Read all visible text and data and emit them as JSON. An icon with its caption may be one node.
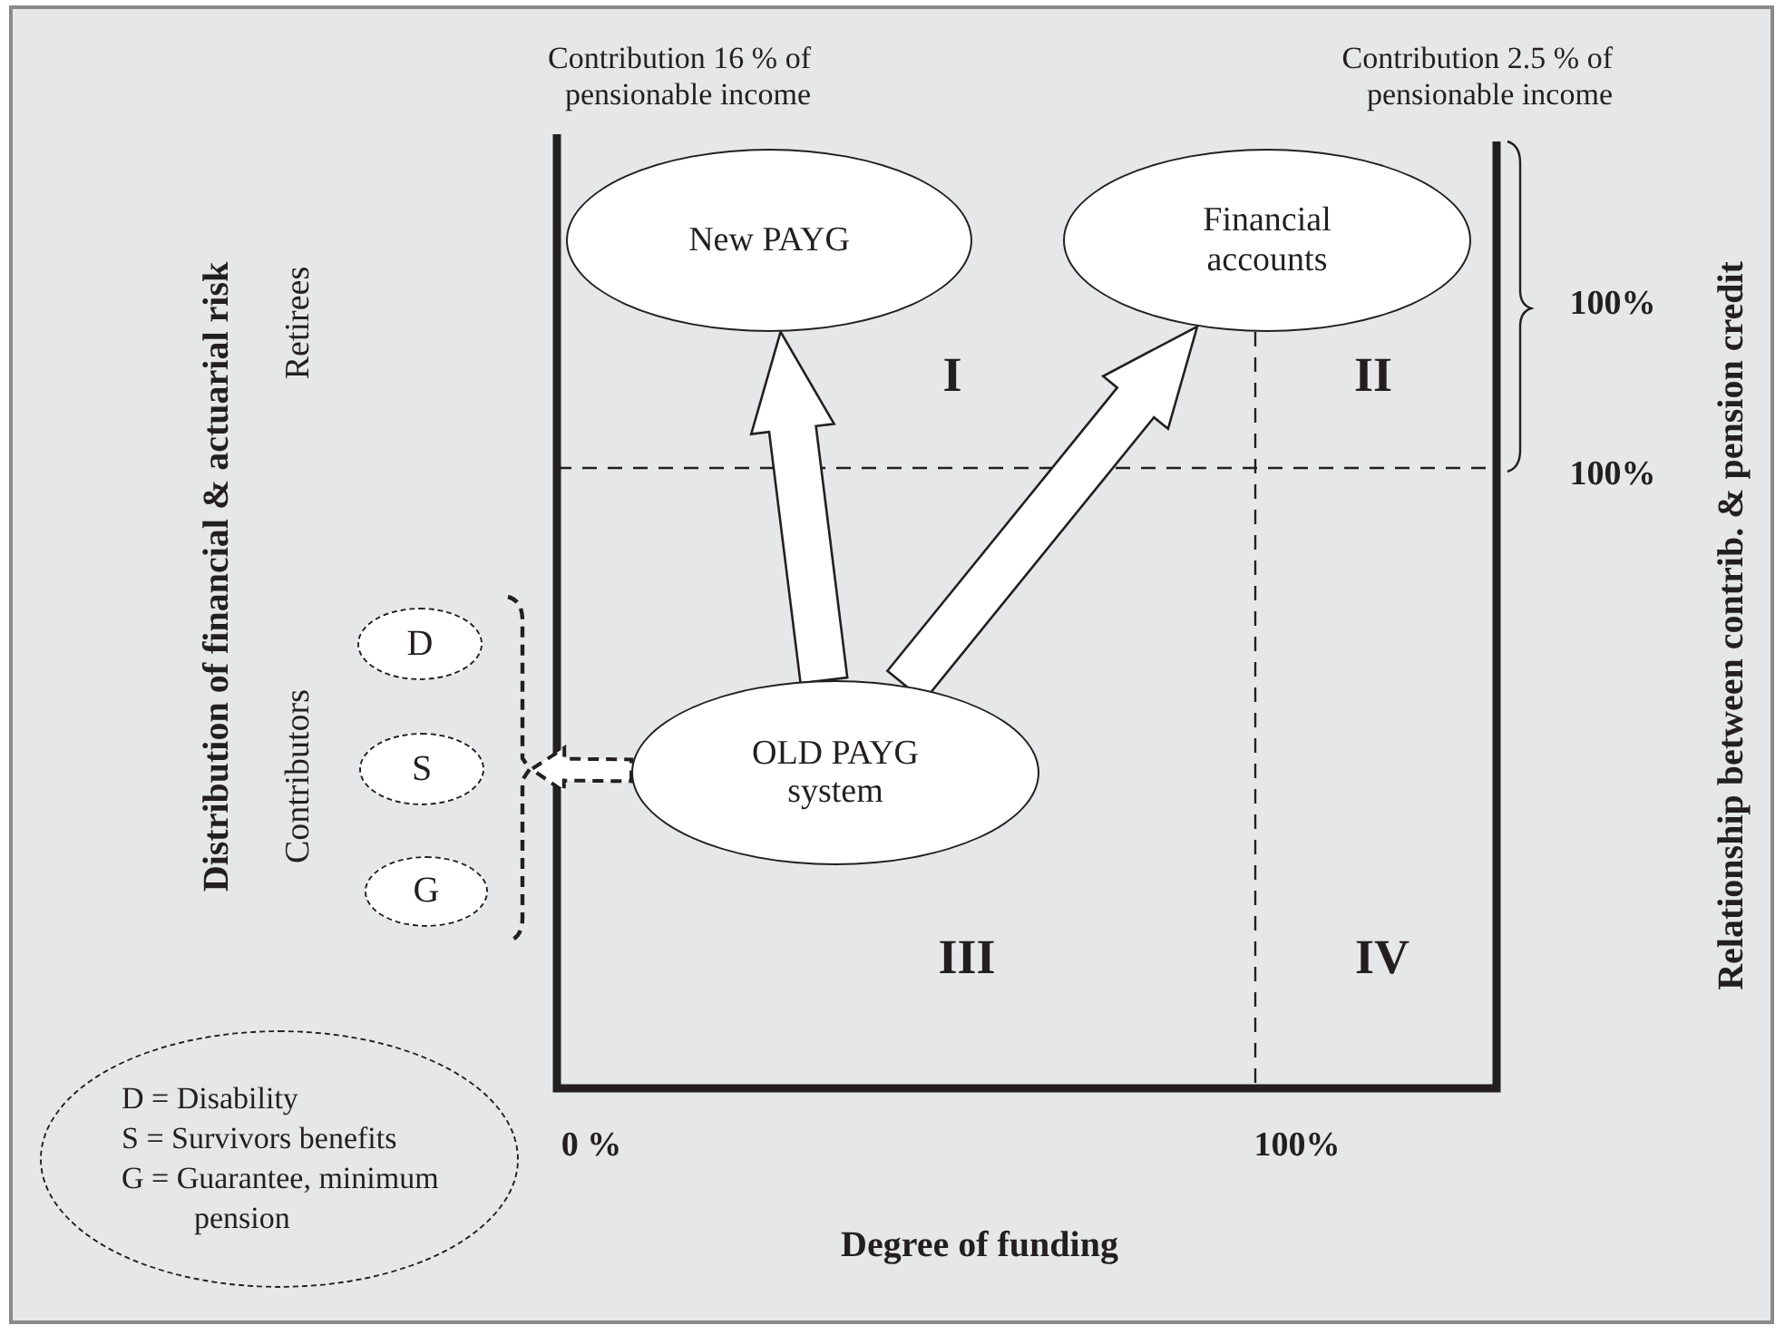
{
  "diagram": {
    "nodes": [
      {
        "text": [
          "New PAYG"
        ]
      },
      {
        "text": [
          "Financial accounts"
        ]
      },
      {
        "text": [
          "D"
        ]
      },
      {
        "text": [
          "S"
        ]
      },
      {
        "text": [
          "G"
        ]
      },
      {
        "text": [],
        "shape": "bracket"
      },
      {
        "text": [
          "OLD PAYG system"
        ]
      },
      {
        "text": [
          "D = Disability",
          "S = Survivors benefits",
          "G = Guarantee, minimum pension"
        ]
      }
    ],
    "edges": [
      {
        "from": 6,
        "to": 0,
        "arrow": "to",
        "style": "thick"
      },
      {
        "from": 6,
        "to": 1,
        "arrow": "to",
        "style": "thick"
      },
      {
        "from": 6,
        "to": 5,
        "arrow": "to",
        "style": "dashed"
      }
    ],
    "labels": [
      "Contribution 16 % of pensionable income",
      "Contribution 2.5 % of pensionable income",
      "Distribution of financial & actuarial risk",
      "Retirees",
      "Contributors",
      "I",
      "II",
      "III",
      "IV",
      "100%",
      "100%",
      "Relationship between contrib. & pension credit",
      "0 %",
      "100%",
      "Degree of funding"
    ]
  }
}
